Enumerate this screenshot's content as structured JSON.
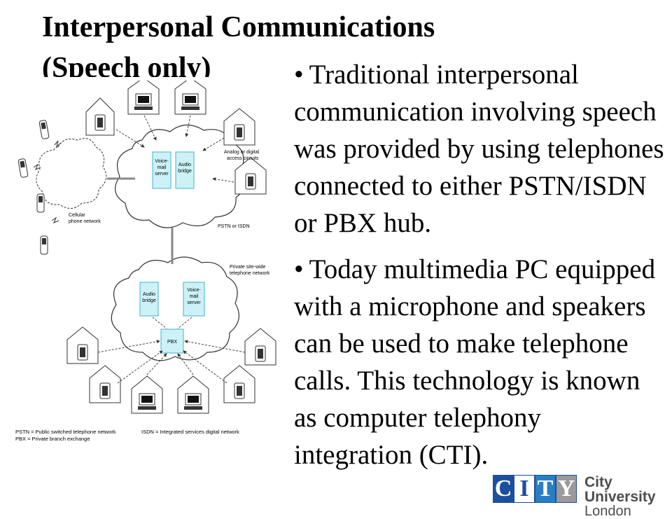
{
  "slide": {
    "title_line1": "Interpersonal Communications",
    "title_line2": "(Speech only)",
    "bullets": [
      "Traditional interpersonal communication involving speech was provided by using telephones connected to either PSTN/ISDN or PBX hub.",
      "Today multimedia PC equipped with a microphone and speakers can be used to make telephone calls. This technology is known as computer telephony integration (CTI)."
    ],
    "bullet_glyph": "•"
  },
  "diagram": {
    "voice_mail_server_top": [
      "Voice-",
      "mail",
      "server"
    ],
    "audio_bridge_top": [
      "Audio",
      "bridge"
    ],
    "analog_label": [
      "Analog or digital",
      "access circuits"
    ],
    "pstn_label": "PSTN or ISDN",
    "cellular_label": [
      "Cellular",
      "phone network"
    ],
    "private_label": [
      "Private site-wide",
      "telephone network"
    ],
    "audio_bridge_bottom": [
      "Audio",
      "bridge"
    ],
    "voice_mail_server_bottom": [
      "Voice-",
      "mail",
      "server"
    ],
    "pbx_label": "PBX",
    "legend": {
      "pstn": "PSTN = Public switched telephone network",
      "pbx": "PBX = Private branch exchange",
      "isdn": "ISDN = Integrated services digital network"
    },
    "colors": {
      "server_box": "#ccf2f7",
      "server_stroke": "#40b4c8",
      "line": "#888888"
    }
  },
  "logo": {
    "letters": [
      "C",
      "I",
      "T",
      "Y"
    ],
    "tile_colors": [
      "#1c4f9c",
      "#ffffff",
      "#2a7fc4",
      "#9a9a9a"
    ],
    "name": "City University",
    "sub": "London"
  }
}
